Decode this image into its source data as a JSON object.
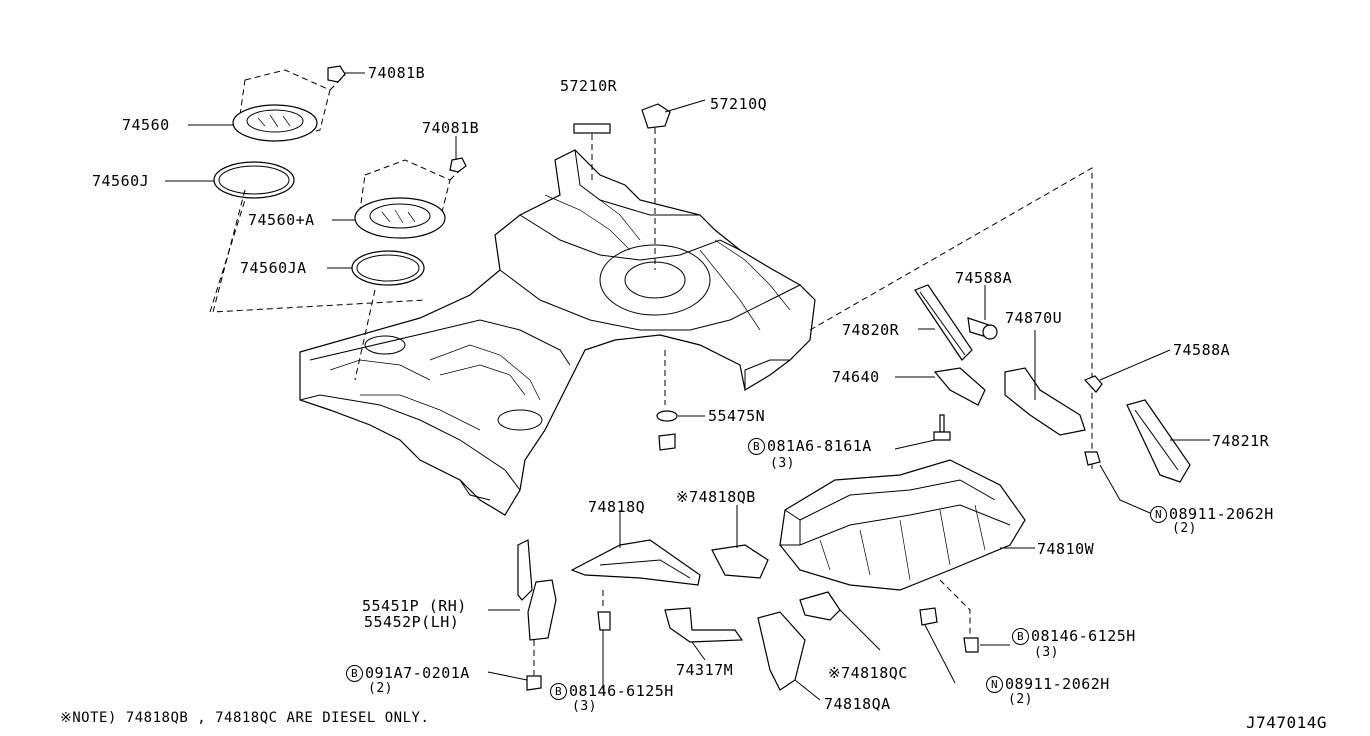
{
  "labels": {
    "p74560": "74560",
    "p74081b_1": "74081B",
    "p74081b_2": "74081B",
    "p74560j": "74560J",
    "p74560a": "74560+A",
    "p74560ja": "74560JA",
    "p57210r": "57210R",
    "p57210q": "57210Q",
    "p74588a_1": "74588A",
    "p74820r": "74820R",
    "p74870u": "74870U",
    "p74588a_2": "74588A",
    "p74640": "74640",
    "p55475n": "55475N",
    "p081a6_circ": "B",
    "p081a6": "081A6-8161A",
    "p081a6_qty": "(3)",
    "p74821r": "74821R",
    "p08911_1_circ": "N",
    "p08911_1": "08911-2062H",
    "p08911_1_qty": "(2)",
    "p74818q": "74818Q",
    "p74818qb": "※74818QB",
    "p74810w": "74810W",
    "p55451p": "55451P (RH)",
    "p55452p": "55452P(LH)",
    "p08146_1_circ": "B",
    "p08146_1": "08146-6125H",
    "p08146_1_qty": "(3)",
    "p091a7_circ": "B",
    "p091a7": "091A7-0201A",
    "p091a7_qty": "(2)",
    "p08146_2_circ": "B",
    "p08146_2": "08146-6125H",
    "p08146_2_qty": "(3)",
    "p74317m": "74317M",
    "p74818qc": "※74818QC",
    "p08911_2_circ": "N",
    "p08911_2": "08911-2062H",
    "p08911_2_qty": "(2)",
    "p74818qa": "74818QA"
  },
  "note": "※NOTE) 74818QB , 74818QC ARE DIESEL ONLY.",
  "diagram_id": "J747014G"
}
